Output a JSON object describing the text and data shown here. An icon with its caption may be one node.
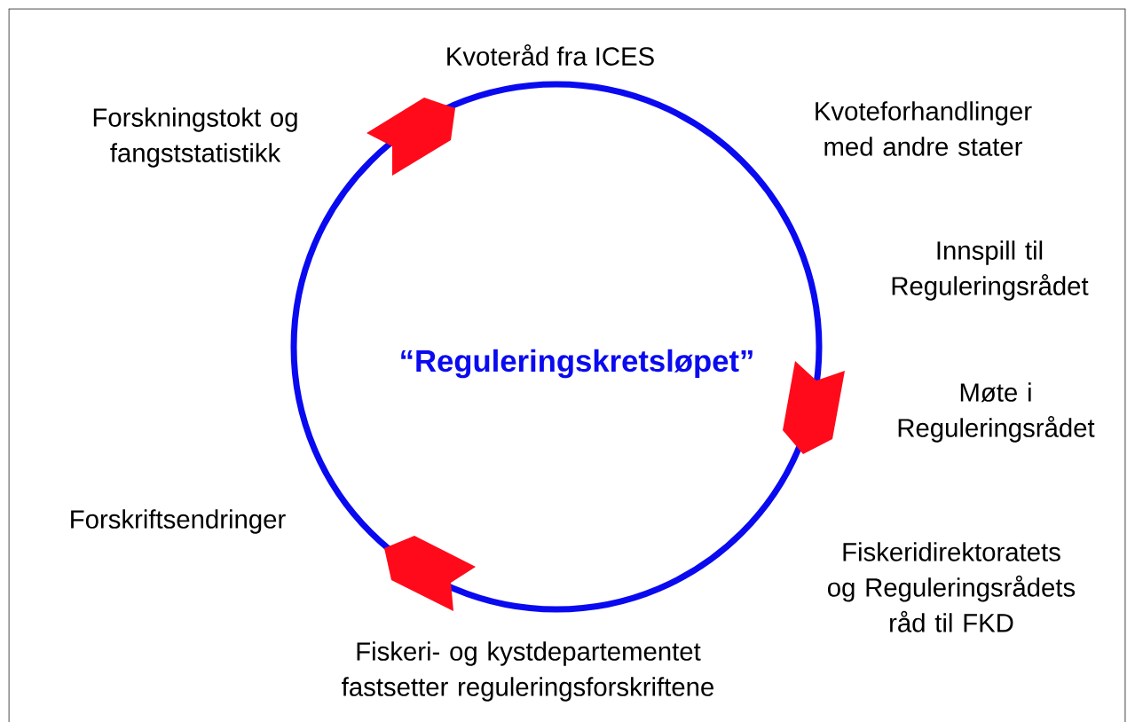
{
  "diagram": {
    "title": "“Reguleringskretsløpet”",
    "labels": [
      "Kvoteråd fra ICES",
      "Forskningstokt og fangststatistikk",
      "Kvoteforhandlinger med andre stater",
      "Innspill til Reguleringsrådet",
      "Møte i Reguleringsrådet",
      "Forskriftsendringer",
      "Fiskeridirektoratets og Reguleringsrådets råd til FKD",
      "Fiskeri- og kystdepartementet fastsetter reguleringsforskriftene"
    ]
  }
}
